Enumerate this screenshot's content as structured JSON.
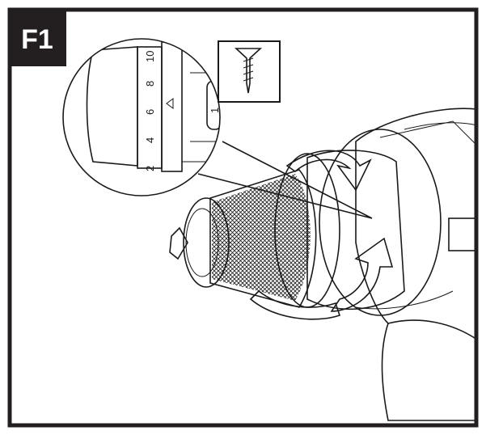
{
  "figure": {
    "label": "F1",
    "dial_numbers": [
      "2",
      "4",
      "6",
      "8",
      "10"
    ],
    "mode_number": "1",
    "screw_icon": "screw-icon",
    "colors": {
      "frame": "#231f20",
      "collar": "#a7a9ac",
      "background": "#ffffff"
    }
  }
}
